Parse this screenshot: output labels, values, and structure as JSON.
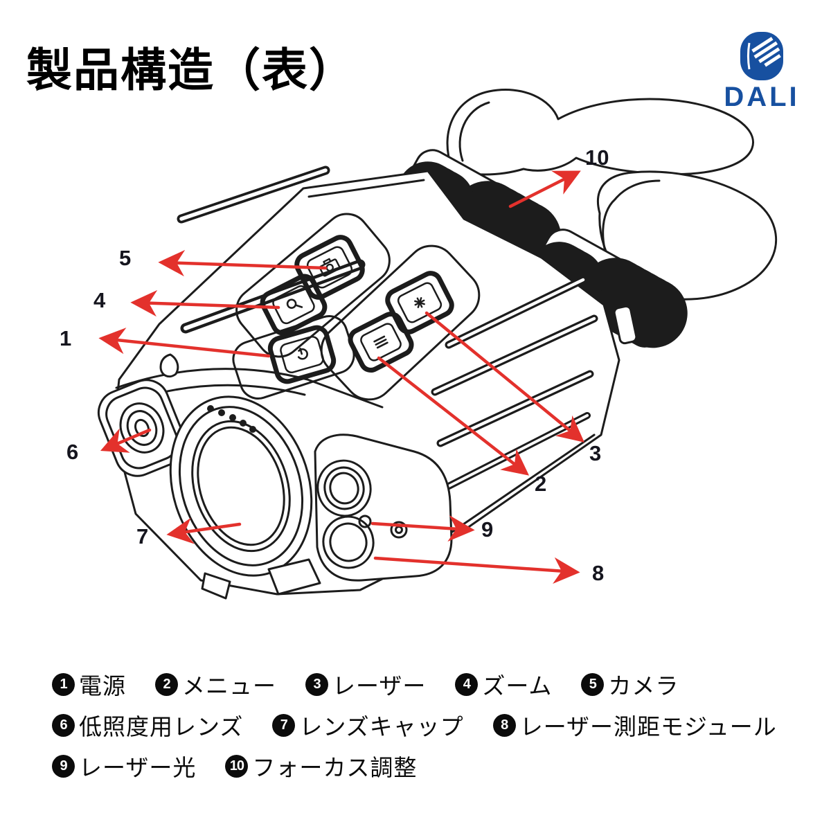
{
  "page": {
    "title": "製品構造（表）"
  },
  "logo": {
    "text": "DALI"
  },
  "colors": {
    "arrowRed": "#e3312c",
    "logoBlue": "#1750a0",
    "labelInk": "#15151e",
    "lineInk": "#1c1c1c"
  },
  "callouts": [
    {
      "num": "1"
    },
    {
      "num": "2"
    },
    {
      "num": "3"
    },
    {
      "num": "4"
    },
    {
      "num": "5"
    },
    {
      "num": "6"
    },
    {
      "num": "7"
    },
    {
      "num": "8"
    },
    {
      "num": "9"
    },
    {
      "num": "10"
    }
  ],
  "legend": {
    "items": [
      {
        "num": "1",
        "label": "電源"
      },
      {
        "num": "2",
        "label": "メニュー"
      },
      {
        "num": "3",
        "label": "レーザー"
      },
      {
        "num": "4",
        "label": "ズーム"
      },
      {
        "num": "5",
        "label": "カメラ"
      },
      {
        "num": "6",
        "label": "低照度用レンズ"
      },
      {
        "num": "7",
        "label": "レンズキャップ"
      },
      {
        "num": "8",
        "label": "レーザー測距モジュール"
      },
      {
        "num": "9",
        "label": "レーザー光"
      },
      {
        "num": "10",
        "label": "フォーカス調整"
      }
    ]
  }
}
